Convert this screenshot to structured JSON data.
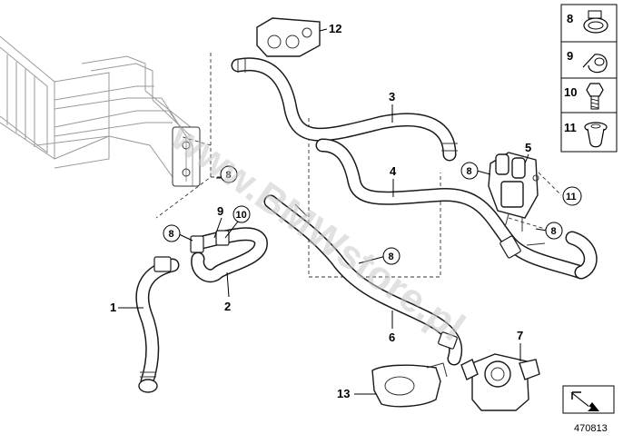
{
  "diagram_id": "470813",
  "watermark": "www.BMWstore.pl",
  "callouts": {
    "c1": "1",
    "c2": "2",
    "c3": "3",
    "c4": "4",
    "c5": "5",
    "c6": "6",
    "c7": "7",
    "c9": "9",
    "c10": "10",
    "c12": "12",
    "c13": "13"
  },
  "circled": {
    "a": "8",
    "b": "8",
    "c": "8",
    "d": "8",
    "e": "8",
    "f": "11"
  },
  "legend": [
    {
      "num": "8",
      "icon": "hose-clamp-icon"
    },
    {
      "num": "9",
      "icon": "p-clip-icon"
    },
    {
      "num": "10",
      "icon": "hex-screw-icon"
    },
    {
      "num": "11",
      "icon": "expanding-rivet-icon"
    }
  ]
}
